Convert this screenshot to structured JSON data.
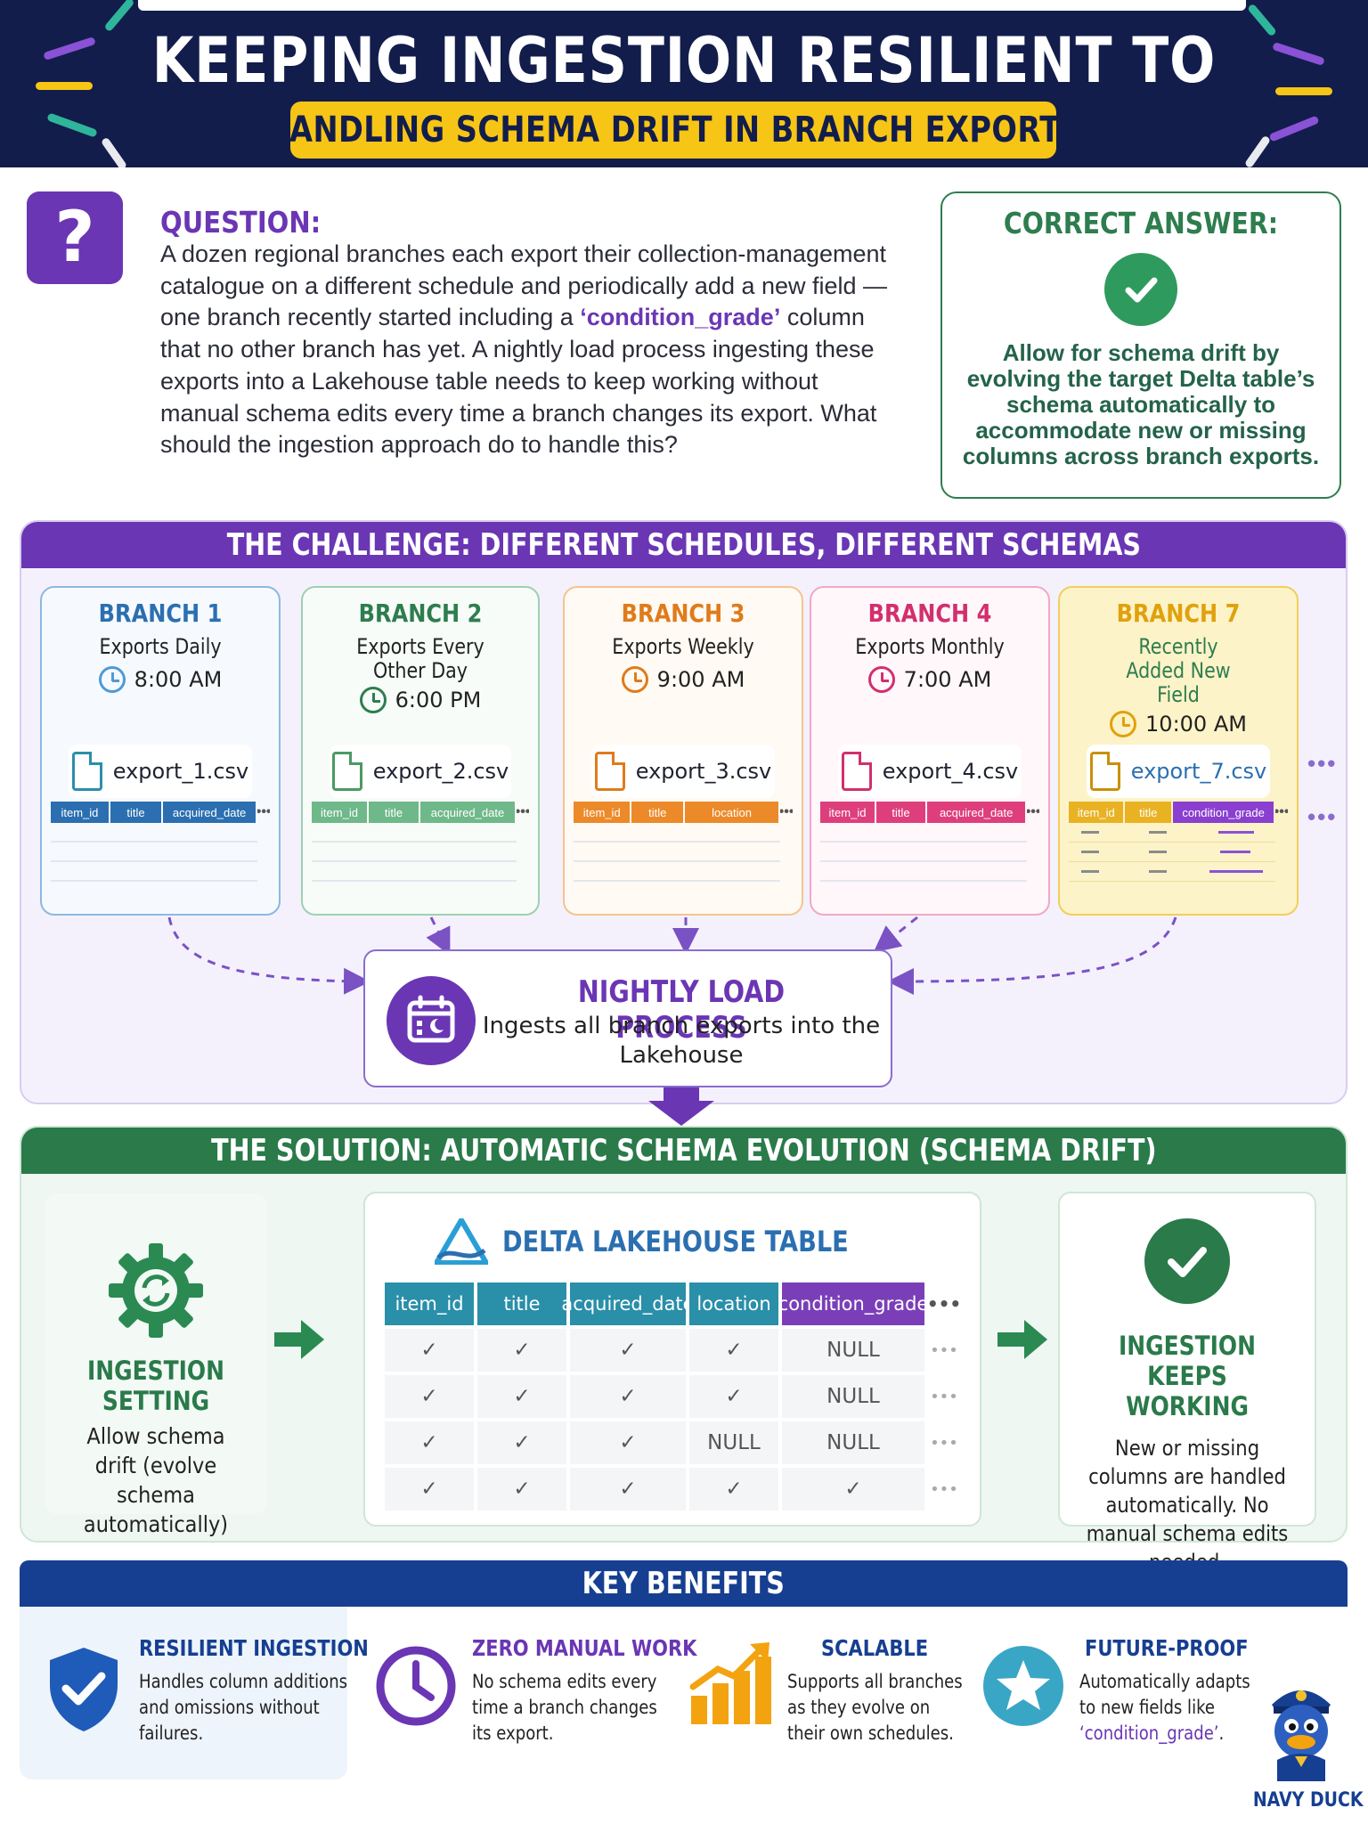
{
  "header": {
    "title": "KEEPING INGESTION RESILIENT TO CHANGE",
    "subtitle": "HANDLING SCHEMA DRIFT IN BRANCH EXPORTS"
  },
  "question": {
    "icon": "question-mark-icon",
    "label": "QUESTION:",
    "text_before": "A dozen regional branches each export their collection-management catalogue on a different schedule and periodically add a new field — one branch recently started including a ",
    "highlight": "‘condition_grade’",
    "text_after": " column that no other branch has yet. A nightly load process ingesting these exports into a Lakehouse table needs to keep working without manual schema edits every time a branch changes its export. What should the ingestion approach do to handle this?"
  },
  "answer": {
    "label": "CORRECT ANSWER:",
    "text": "Allow for schema drift by evolving the target Delta table’s schema automatically to accommodate new or missing columns across branch exports."
  },
  "challenge": {
    "title": "THE CHALLENGE: DIFFERENT SCHEDULES, DIFFERENT SCHEMAS",
    "more": "•••",
    "branches": [
      {
        "name": "BRANCH 1",
        "schedule": "Exports Daily",
        "time": "8:00 AM",
        "file": "export_1.csv",
        "columns": [
          "item_id",
          "title",
          "acquired_date"
        ],
        "color": "#2b6fb0"
      },
      {
        "name": "BRANCH 2",
        "schedule": "Exports Every Other Day",
        "time": "6:00 PM",
        "file": "export_2.csv",
        "columns": [
          "item_id",
          "title",
          "acquired_date"
        ],
        "color": "#2e7d4e"
      },
      {
        "name": "BRANCH 3",
        "schedule": "Exports Weekly",
        "time": "9:00 AM",
        "file": "export_3.csv",
        "columns": [
          "item_id",
          "title",
          "location"
        ],
        "color": "#e07b1a"
      },
      {
        "name": "BRANCH 4",
        "schedule": "Exports Monthly",
        "time": "7:00 AM",
        "file": "export_4.csv",
        "columns": [
          "item_id",
          "title",
          "acquired_date"
        ],
        "color": "#d22f6e"
      },
      {
        "name": "BRANCH 7",
        "schedule": "Recently Added New Field",
        "time": "10:00 AM",
        "file": "export_7.csv",
        "columns": [
          "item_id",
          "title",
          "condition_grade"
        ],
        "color": "#e0a10c"
      }
    ],
    "nightly": {
      "title": "NIGHTLY LOAD PROCESS",
      "text": "Ingests all branch exports into the Lakehouse"
    }
  },
  "solution": {
    "title": "THE SOLUTION: AUTOMATIC SCHEMA EVOLUTION (SCHEMA DRIFT)",
    "setting": {
      "title": "INGESTION SETTING",
      "text": "Allow schema drift (evolve schema automatically)"
    },
    "table": {
      "title": "DELTA LAKEHOUSE TABLE",
      "columns": [
        "item_id",
        "title",
        "acquired_date",
        "location",
        "condition_grade"
      ],
      "column_colors": [
        "#2a8fa8",
        "#2a8fa8",
        "#2a8fa8",
        "#2a8fa8",
        "#7a3fb8"
      ],
      "rows": [
        [
          "✓",
          "✓",
          "✓",
          "✓",
          "NULL"
        ],
        [
          "✓",
          "✓",
          "✓",
          "✓",
          "NULL"
        ],
        [
          "✓",
          "✓",
          "✓",
          "NULL",
          "NULL"
        ],
        [
          "✓",
          "✓",
          "✓",
          "✓",
          "✓"
        ]
      ]
    },
    "result": {
      "title": "INGESTION KEEPS WORKING",
      "text": "New or missing columns are handled automatically. No manual schema edits needed."
    }
  },
  "benefits": {
    "title": "KEY BENEFITS",
    "items": [
      {
        "title": "RESILIENT INGESTION",
        "lines": [
          "Handles column additions",
          "and omissions without",
          "failures."
        ],
        "color": "#163f91",
        "icon": "shield-check-icon"
      },
      {
        "title": "ZERO MANUAL WORK",
        "lines": [
          "No schema edits every",
          "time a branch changes",
          "its export."
        ],
        "color": "#6a36b4",
        "icon": "clock-icon"
      },
      {
        "title": "SCALABLE",
        "lines": [
          "Supports all branches",
          "as they evolve on",
          "their own schedules."
        ],
        "color": "#163f91",
        "icon": "growth-chart-icon"
      },
      {
        "title": "FUTURE-PROOF",
        "lines": [
          "Automatically adapts",
          "to new fields like"
        ],
        "highlight": "‘condition_grade’",
        "tail": ".",
        "color": "#163f91",
        "icon": "star-icon"
      }
    ]
  },
  "brand": {
    "name": "NAVY DUCK",
    "icon": "duck-mascot-icon"
  }
}
